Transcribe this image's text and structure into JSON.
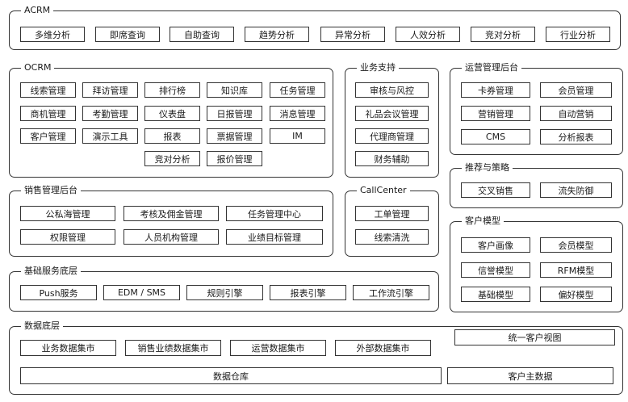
{
  "acrm": {
    "title": "ACRM",
    "items": [
      "多维分析",
      "即席查询",
      "自助查询",
      "趋势分析",
      "异常分析",
      "人效分析",
      "竞对分析",
      "行业分析"
    ]
  },
  "ocrm": {
    "title": "OCRM",
    "rows": [
      [
        "线索管理",
        "拜访管理",
        "排行榜",
        "知识库",
        "任务管理"
      ],
      [
        "商机管理",
        "考勤管理",
        "仪表盘",
        "日报管理",
        "消息管理"
      ],
      [
        "客户管理",
        "演示工具",
        "报表",
        "票据管理",
        "IM"
      ],
      [
        "竞对分析",
        "报价管理"
      ]
    ]
  },
  "business_support": {
    "title": "业务支持",
    "items": [
      "审核与风控",
      "礼品会议管理",
      "代理商管理",
      "财务辅助"
    ]
  },
  "ops_backend": {
    "title": "运营管理后台",
    "items": [
      "卡券管理",
      "会员管理",
      "营销管理",
      "自动营销",
      "CMS",
      "分析报表"
    ]
  },
  "recommendation": {
    "title": "推荐与策略",
    "items": [
      "交叉销售",
      "流失防御"
    ]
  },
  "sales_backend": {
    "title": "销售管理后台",
    "items": [
      "公私海管理",
      "考核及佣金管理",
      "任务管理中心",
      "权限管理",
      "人员机构管理",
      "业绩目标管理"
    ]
  },
  "callcenter": {
    "title": "CallCenter",
    "items": [
      "工单管理",
      "线索清洗"
    ]
  },
  "customer_model": {
    "title": "客户模型",
    "items": [
      "客户画像",
      "会员模型",
      "信誉模型",
      "RFM模型",
      "基础模型",
      "偏好模型"
    ]
  },
  "base_services": {
    "title": "基础服务底层",
    "items": [
      "Push服务",
      "EDM / SMS",
      "规则引擎",
      "报表引擎",
      "工作流引擎"
    ]
  },
  "data_layer": {
    "title": "数据底层",
    "marts": [
      "业务数据集市",
      "销售业绩数据集市",
      "运营数据集市",
      "外部数据集市"
    ],
    "warehouse": "数据仓库",
    "master_data": "客户主数据"
  },
  "unified_view": "统一客户视图"
}
